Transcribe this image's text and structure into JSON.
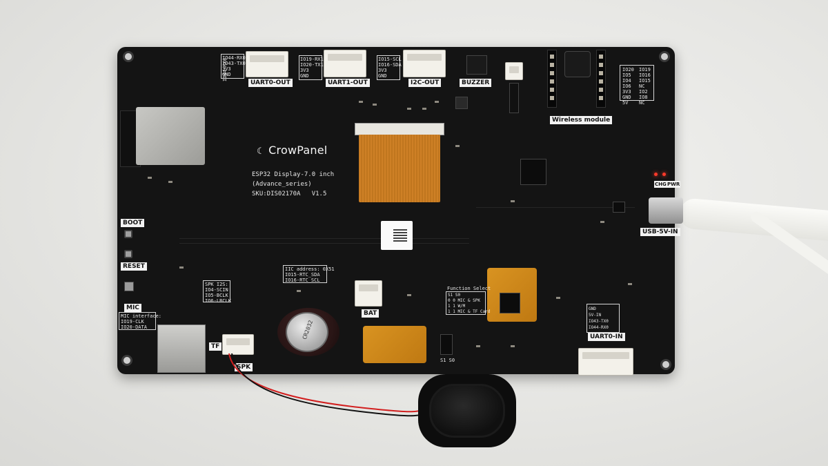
{
  "board": {
    "logo": "CrowPanel",
    "model_line": "ESP32 Display-7.0 inch",
    "series_line": "(Advance_series)",
    "sku": "SKU:DIS02170A",
    "version": "V1.5"
  },
  "labels": {
    "uart0_out": "UART0-OUT",
    "uart1_out": "UART1-OUT",
    "i2c_out": "I2C-OUT",
    "buzzer": "BUZZER",
    "wireless": "Wireless module",
    "usb_in": "USB-5V-IN",
    "boot": "BOOT",
    "reset": "RESET",
    "mic": "MIC",
    "tf": "TF",
    "spk": "SPK",
    "bat": "BAT",
    "uart0_in": "UART0-IN",
    "function_select": "Function Select",
    "chg": "CHG",
    "pwr": "PWR"
  },
  "pins": {
    "uart0": [
      "IO44-RX0",
      "IO43-TX0",
      "3V3",
      "GND"
    ],
    "uart1": [
      "IO19-RX1",
      "IO20-TX1",
      "3V3",
      "GND"
    ],
    "i2c": [
      "IO15-SCL",
      "IO16-SDA",
      "3V3",
      "GND"
    ],
    "uart0_in": [
      "GND",
      "5V-IN",
      "IO43-TX0",
      "IO44-RX0"
    ],
    "wireless_left": [
      "IO20",
      "IO5",
      "IO4",
      "IO6",
      "3V3",
      "GND",
      "5V"
    ],
    "wireless_right": [
      "IO19",
      "IO16",
      "IO15",
      "NC",
      "IO2",
      "IO8",
      "NC"
    ]
  },
  "notes": {
    "spk_i2s": [
      "SPK I2S:",
      "IO4-SCIN",
      "IO5-BCLK",
      "IO6-LRCLK"
    ],
    "iic": [
      "IIC address: 0X51",
      "IO15-RTC_SDA",
      "IO16-RTC_SCL"
    ],
    "mic_interface": [
      "MIC interface:",
      "IO19-CLK",
      "IO20-DATA"
    ],
    "function_table": [
      "S1 S0",
      "0 0   MIC & SPK",
      "1 1   W/M",
      "1 1   MIC & TF Card"
    ],
    "battery_text": "CR2032",
    "s1s0": "S1 S0"
  },
  "colors": {
    "pcb": "#141414",
    "silkscreen": "#e8e8e8",
    "kapton": "#d68c1c",
    "led_red": "#ff3a2a"
  }
}
